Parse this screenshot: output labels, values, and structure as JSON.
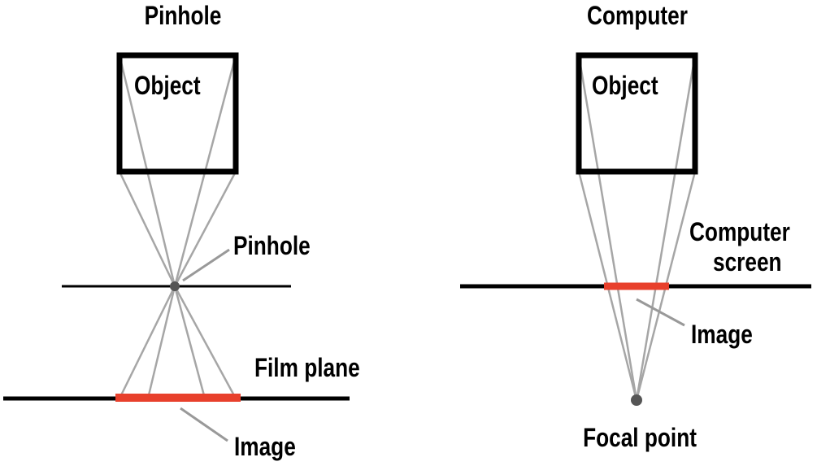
{
  "colors": {
    "ink": "#000000",
    "ray": "#a6a6a6",
    "image": "#e8402c",
    "point": "#555555"
  },
  "pinhole_panel": {
    "title": "Pinhole",
    "object_label": "Object",
    "pinhole_label": "Pinhole",
    "film_label": "Film plane",
    "image_label": "Image"
  },
  "computer_panel": {
    "title": "Computer",
    "object_label": "Object",
    "screen_label_line1": "Computer",
    "screen_label_line2": "screen",
    "image_label": "Image",
    "focal_label": "Focal point"
  }
}
